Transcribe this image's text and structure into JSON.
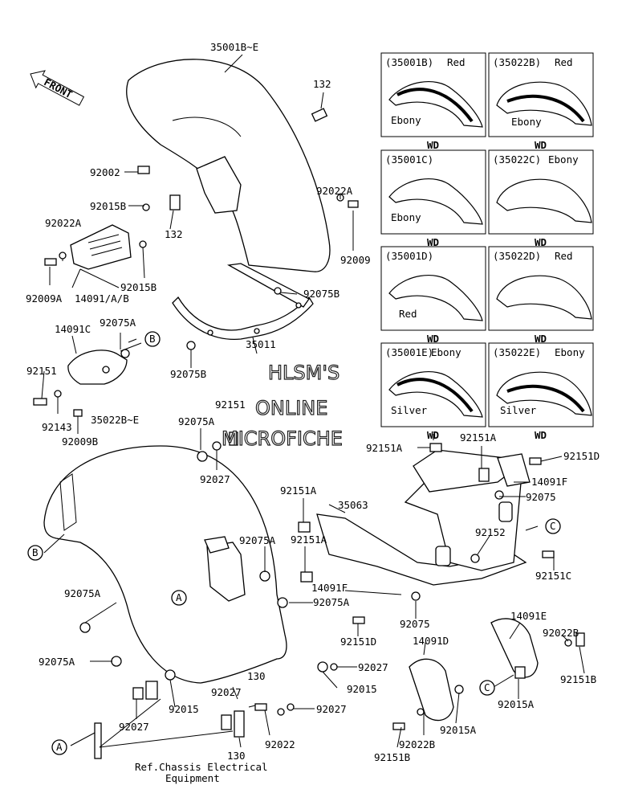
{
  "front_arrow": {
    "label": "FRONT"
  },
  "watermark": {
    "line1": "HLSM'S",
    "line2": "ONLINE",
    "line3": "MICROFICHE"
  },
  "footer": {
    "line1": "Ref.Chassis Electrical",
    "line2": "Equipment"
  },
  "ref_markers": {
    "a": "A",
    "b": "B",
    "c": "C"
  },
  "part_labels": {
    "p35001be": "35001B~E",
    "p132_top": "132",
    "p92002": "92002",
    "p92015b_1": "92015B",
    "p92022a_r": "92022A",
    "p92022a_l": "92022A",
    "p132_mid": "132",
    "p92009": "92009",
    "p92009a": "92009A",
    "p14091ab": "14091/A/B",
    "p92015b_2": "92015B",
    "p92075b_1": "92075B",
    "p14091c": "14091C",
    "p92075a_1": "92075A",
    "p92151_1": "92151",
    "p92075b_2": "92075B",
    "p35011": "35011",
    "p92143": "92143",
    "p92009b": "92009B",
    "p92151_2": "92151",
    "p35022be": "35022B~E",
    "p92075a_2": "92075A",
    "p92027_1": "92027",
    "p92151a_1": "92151A",
    "p92151a_2": "92151A",
    "p92151d_1": "92151D",
    "p14091f_1": "14091F",
    "p92075_1": "92075",
    "p92151a_3": "92151A",
    "p35063": "35063",
    "p92151a_4": "92151A",
    "p92152": "92152",
    "p92075a_3": "92075A",
    "p92151c": "92151C",
    "p92075a_4": "92075A",
    "p14091f_2": "14091F",
    "p92075a_5": "92075A",
    "p92151d_2": "92151D",
    "p92075_2": "92075",
    "p14091e": "14091E",
    "p92022b_1": "92022B",
    "p92075a_6": "92075A",
    "p14091d": "14091D",
    "p92027_2": "92027",
    "p92015_1": "92015",
    "p92151b_1": "92151B",
    "p130_1": "130",
    "p92015a_1": "92015A",
    "p92027_3": "92027",
    "p92015_2": "92015",
    "p92027_4": "92027",
    "p92027_5": "92027",
    "p92022": "92022",
    "p92015a_2": "92015A",
    "p130_2": "130",
    "p92022b_2": "92022B",
    "p92151b_2": "92151B"
  },
  "color_variants": [
    {
      "code": "(35001B)",
      "colors": [
        "Red",
        "Ebony"
      ],
      "model": "WD"
    },
    {
      "code": "(35022B)",
      "colors": [
        "Red",
        "Ebony"
      ],
      "model": "WD"
    },
    {
      "code": "(35001C)",
      "colors": [
        "Ebony"
      ],
      "model": "WD"
    },
    {
      "code": "(35022C)",
      "colors": [
        "Ebony"
      ],
      "model": "WD"
    },
    {
      "code": "(35001D)",
      "colors": [
        "Red"
      ],
      "model": "WD"
    },
    {
      "code": "(35022D)",
      "colors": [
        "Red"
      ],
      "model": "WD"
    },
    {
      "code": "(35001E)",
      "colors": [
        "Ebony",
        "Silver"
      ],
      "model": "WD"
    },
    {
      "code": "(35022E)",
      "colors": [
        "Ebony",
        "Silver"
      ],
      "model": "WD"
    }
  ]
}
